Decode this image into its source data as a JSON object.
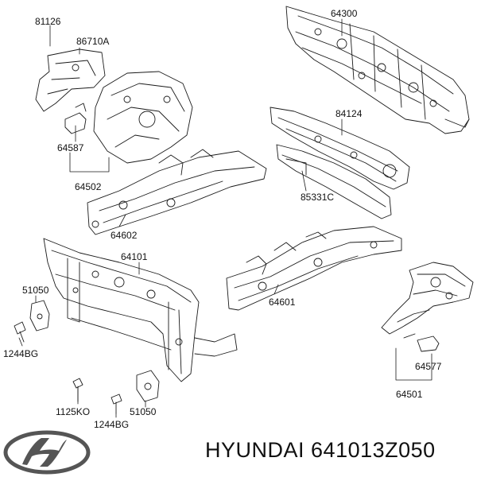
{
  "labels": {
    "p81126": "81126",
    "p86710A": "86710A",
    "p64300": "64300",
    "p84124": "84124",
    "p85331C": "85331C",
    "p64587": "64587",
    "p64502": "64502",
    "p64602": "64602",
    "p64101": "64101",
    "p51050_left": "51050",
    "p1244BG_left": "1244BG",
    "p64601": "64601",
    "p64577": "64577",
    "p64501": "64501",
    "p1125KO": "1125KO",
    "p1244BG_bottom": "1244BG",
    "p51050_bottom": "51050"
  },
  "footer": {
    "brand": "HYUNDAI",
    "part_number": "641013Z050",
    "logo_icon": "hyundai-logo-icon"
  },
  "colors": {
    "line": "#1a1a1a",
    "text": "#111111",
    "background": "#ffffff"
  }
}
